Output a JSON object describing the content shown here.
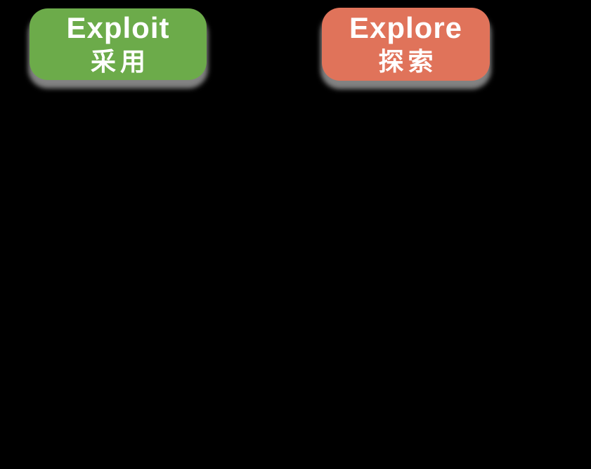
{
  "canvas": {
    "background": "#000000"
  },
  "nodes": [
    {
      "id": "exploit",
      "label_en": "Exploit",
      "label_zh": "采用",
      "fill": "#6CAB4A",
      "text_color": "#FFFFFF",
      "shadow_color": "#828282"
    },
    {
      "id": "explore",
      "label_en": "Explore",
      "label_zh": "探索",
      "fill": "#E0735A",
      "text_color": "#FFFFFF",
      "shadow_color": "#828282"
    }
  ]
}
